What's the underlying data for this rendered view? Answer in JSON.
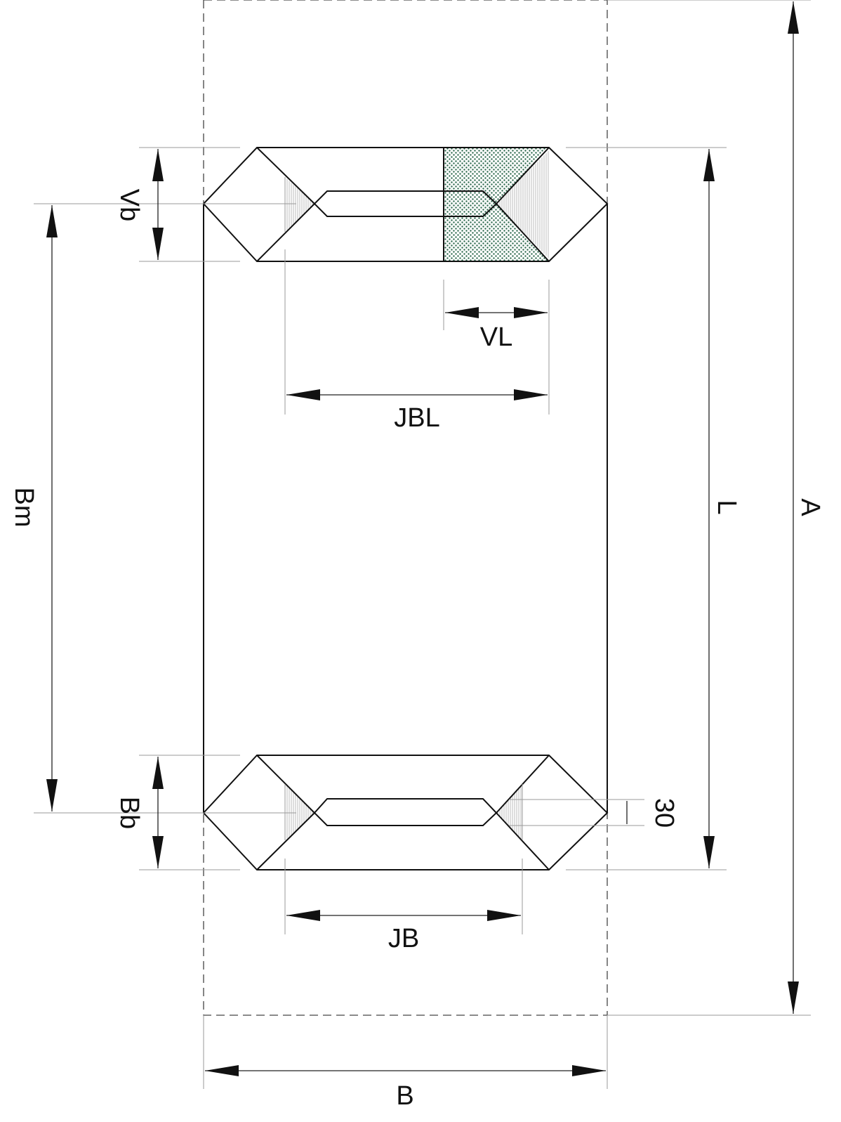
{
  "labels": {
    "vb": "Vb",
    "bb": "Bb",
    "bm": "Bm",
    "vl": "VL",
    "jbl": "JBL",
    "jb": "JB",
    "l": "L",
    "a": "A",
    "b": "B",
    "thirty": "30"
  },
  "colors": {
    "line": "#111111",
    "extension": "#9a9a9a",
    "hatch_green": "#2f6a4f",
    "shade_grey": "#bdbdbd"
  }
}
